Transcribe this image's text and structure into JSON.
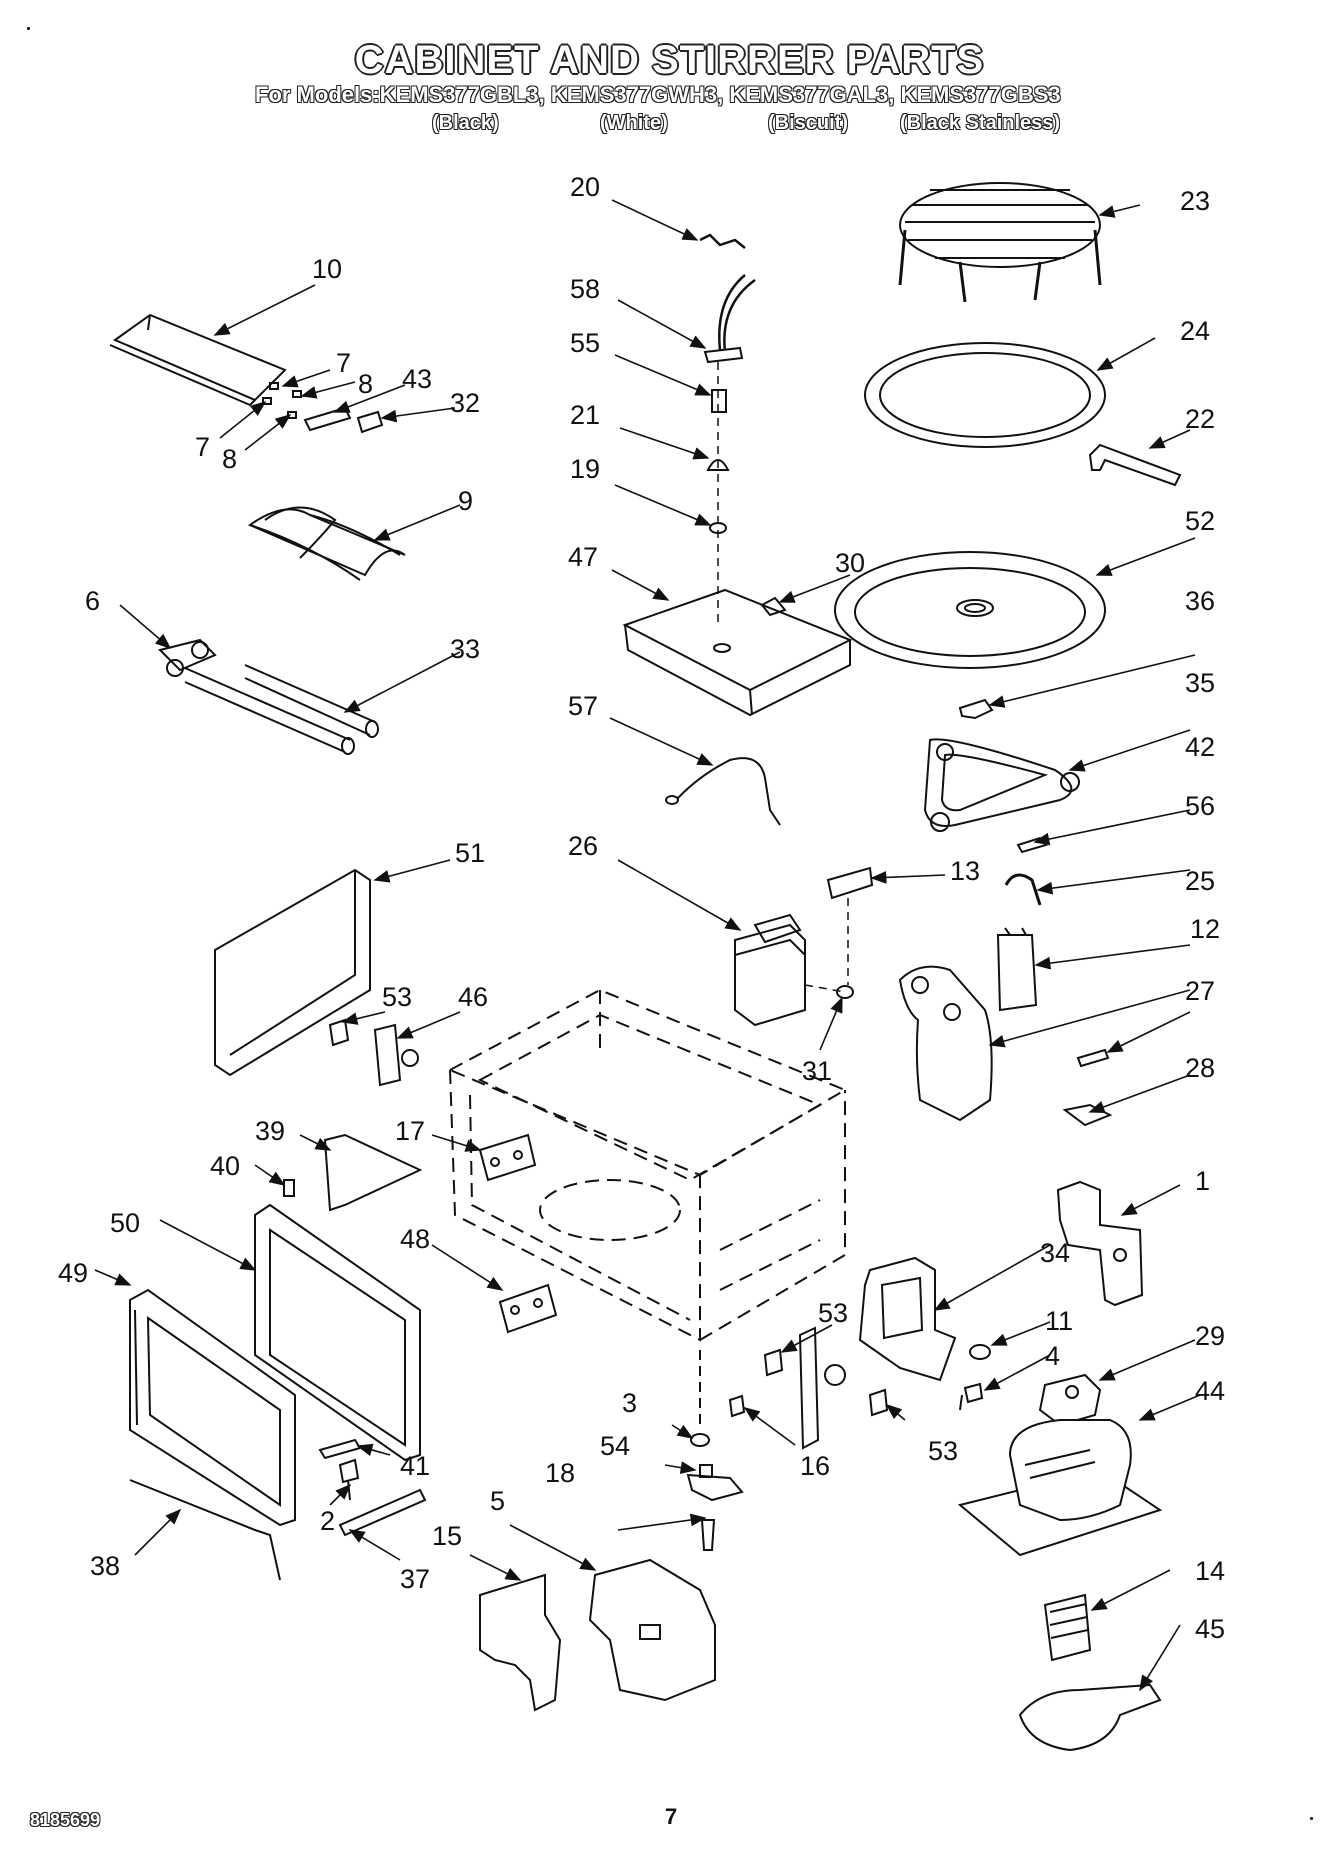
{
  "header": {
    "title": "CABINET AND STIRRER PARTS",
    "models_line": "For Models:KEMS377GBL3, KEMS377GWH3, KEMS377GAL3, KEMS377GBS3",
    "colors": [
      "(Black)",
      "(White)",
      "(Biscuit)",
      "(Black Stainless)"
    ]
  },
  "footer": {
    "doc_number": "8185699",
    "page_number": "7"
  },
  "callouts": [
    {
      "id": "c20",
      "text": "20"
    },
    {
      "id": "c23",
      "text": "23"
    },
    {
      "id": "c10",
      "text": "10"
    },
    {
      "id": "c58",
      "text": "58"
    },
    {
      "id": "c24",
      "text": "24"
    },
    {
      "id": "c55",
      "text": "55"
    },
    {
      "id": "c7a",
      "text": "7"
    },
    {
      "id": "c8a",
      "text": "8"
    },
    {
      "id": "c43",
      "text": "43"
    },
    {
      "id": "c32",
      "text": "32"
    },
    {
      "id": "c7b",
      "text": "7"
    },
    {
      "id": "c8b",
      "text": "8"
    },
    {
      "id": "c21",
      "text": "21"
    },
    {
      "id": "c22",
      "text": "22"
    },
    {
      "id": "c19",
      "text": "19"
    },
    {
      "id": "c9",
      "text": "9"
    },
    {
      "id": "c52",
      "text": "52"
    },
    {
      "id": "c47",
      "text": "47"
    },
    {
      "id": "c30",
      "text": "30"
    },
    {
      "id": "c6",
      "text": "6"
    },
    {
      "id": "c36",
      "text": "36"
    },
    {
      "id": "c33",
      "text": "33"
    },
    {
      "id": "c57",
      "text": "57"
    },
    {
      "id": "c35",
      "text": "35"
    },
    {
      "id": "c42",
      "text": "42"
    },
    {
      "id": "c56",
      "text": "56"
    },
    {
      "id": "c51",
      "text": "51"
    },
    {
      "id": "c26",
      "text": "26"
    },
    {
      "id": "c13",
      "text": "13"
    },
    {
      "id": "c25",
      "text": "25"
    },
    {
      "id": "c12",
      "text": "12"
    },
    {
      "id": "c53a",
      "text": "53"
    },
    {
      "id": "c46",
      "text": "46"
    },
    {
      "id": "c27",
      "text": "27"
    },
    {
      "id": "c31",
      "text": "31"
    },
    {
      "id": "c28",
      "text": "28"
    },
    {
      "id": "c39",
      "text": "39"
    },
    {
      "id": "c17",
      "text": "17"
    },
    {
      "id": "c40",
      "text": "40"
    },
    {
      "id": "c1",
      "text": "1"
    },
    {
      "id": "c50",
      "text": "50"
    },
    {
      "id": "c48",
      "text": "48"
    },
    {
      "id": "c49",
      "text": "49"
    },
    {
      "id": "c34",
      "text": "34"
    },
    {
      "id": "c53b",
      "text": "53"
    },
    {
      "id": "c11",
      "text": "11"
    },
    {
      "id": "c4",
      "text": "4"
    },
    {
      "id": "c29",
      "text": "29"
    },
    {
      "id": "c3",
      "text": "3"
    },
    {
      "id": "c44",
      "text": "44"
    },
    {
      "id": "c41",
      "text": "41"
    },
    {
      "id": "c54",
      "text": "54"
    },
    {
      "id": "c16",
      "text": "16"
    },
    {
      "id": "c53c",
      "text": "53"
    },
    {
      "id": "c2",
      "text": "2"
    },
    {
      "id": "c18",
      "text": "18"
    },
    {
      "id": "c5",
      "text": "5"
    },
    {
      "id": "c15",
      "text": "15"
    },
    {
      "id": "c38",
      "text": "38"
    },
    {
      "id": "c37",
      "text": "37"
    },
    {
      "id": "c14",
      "text": "14"
    },
    {
      "id": "c45",
      "text": "45"
    }
  ]
}
